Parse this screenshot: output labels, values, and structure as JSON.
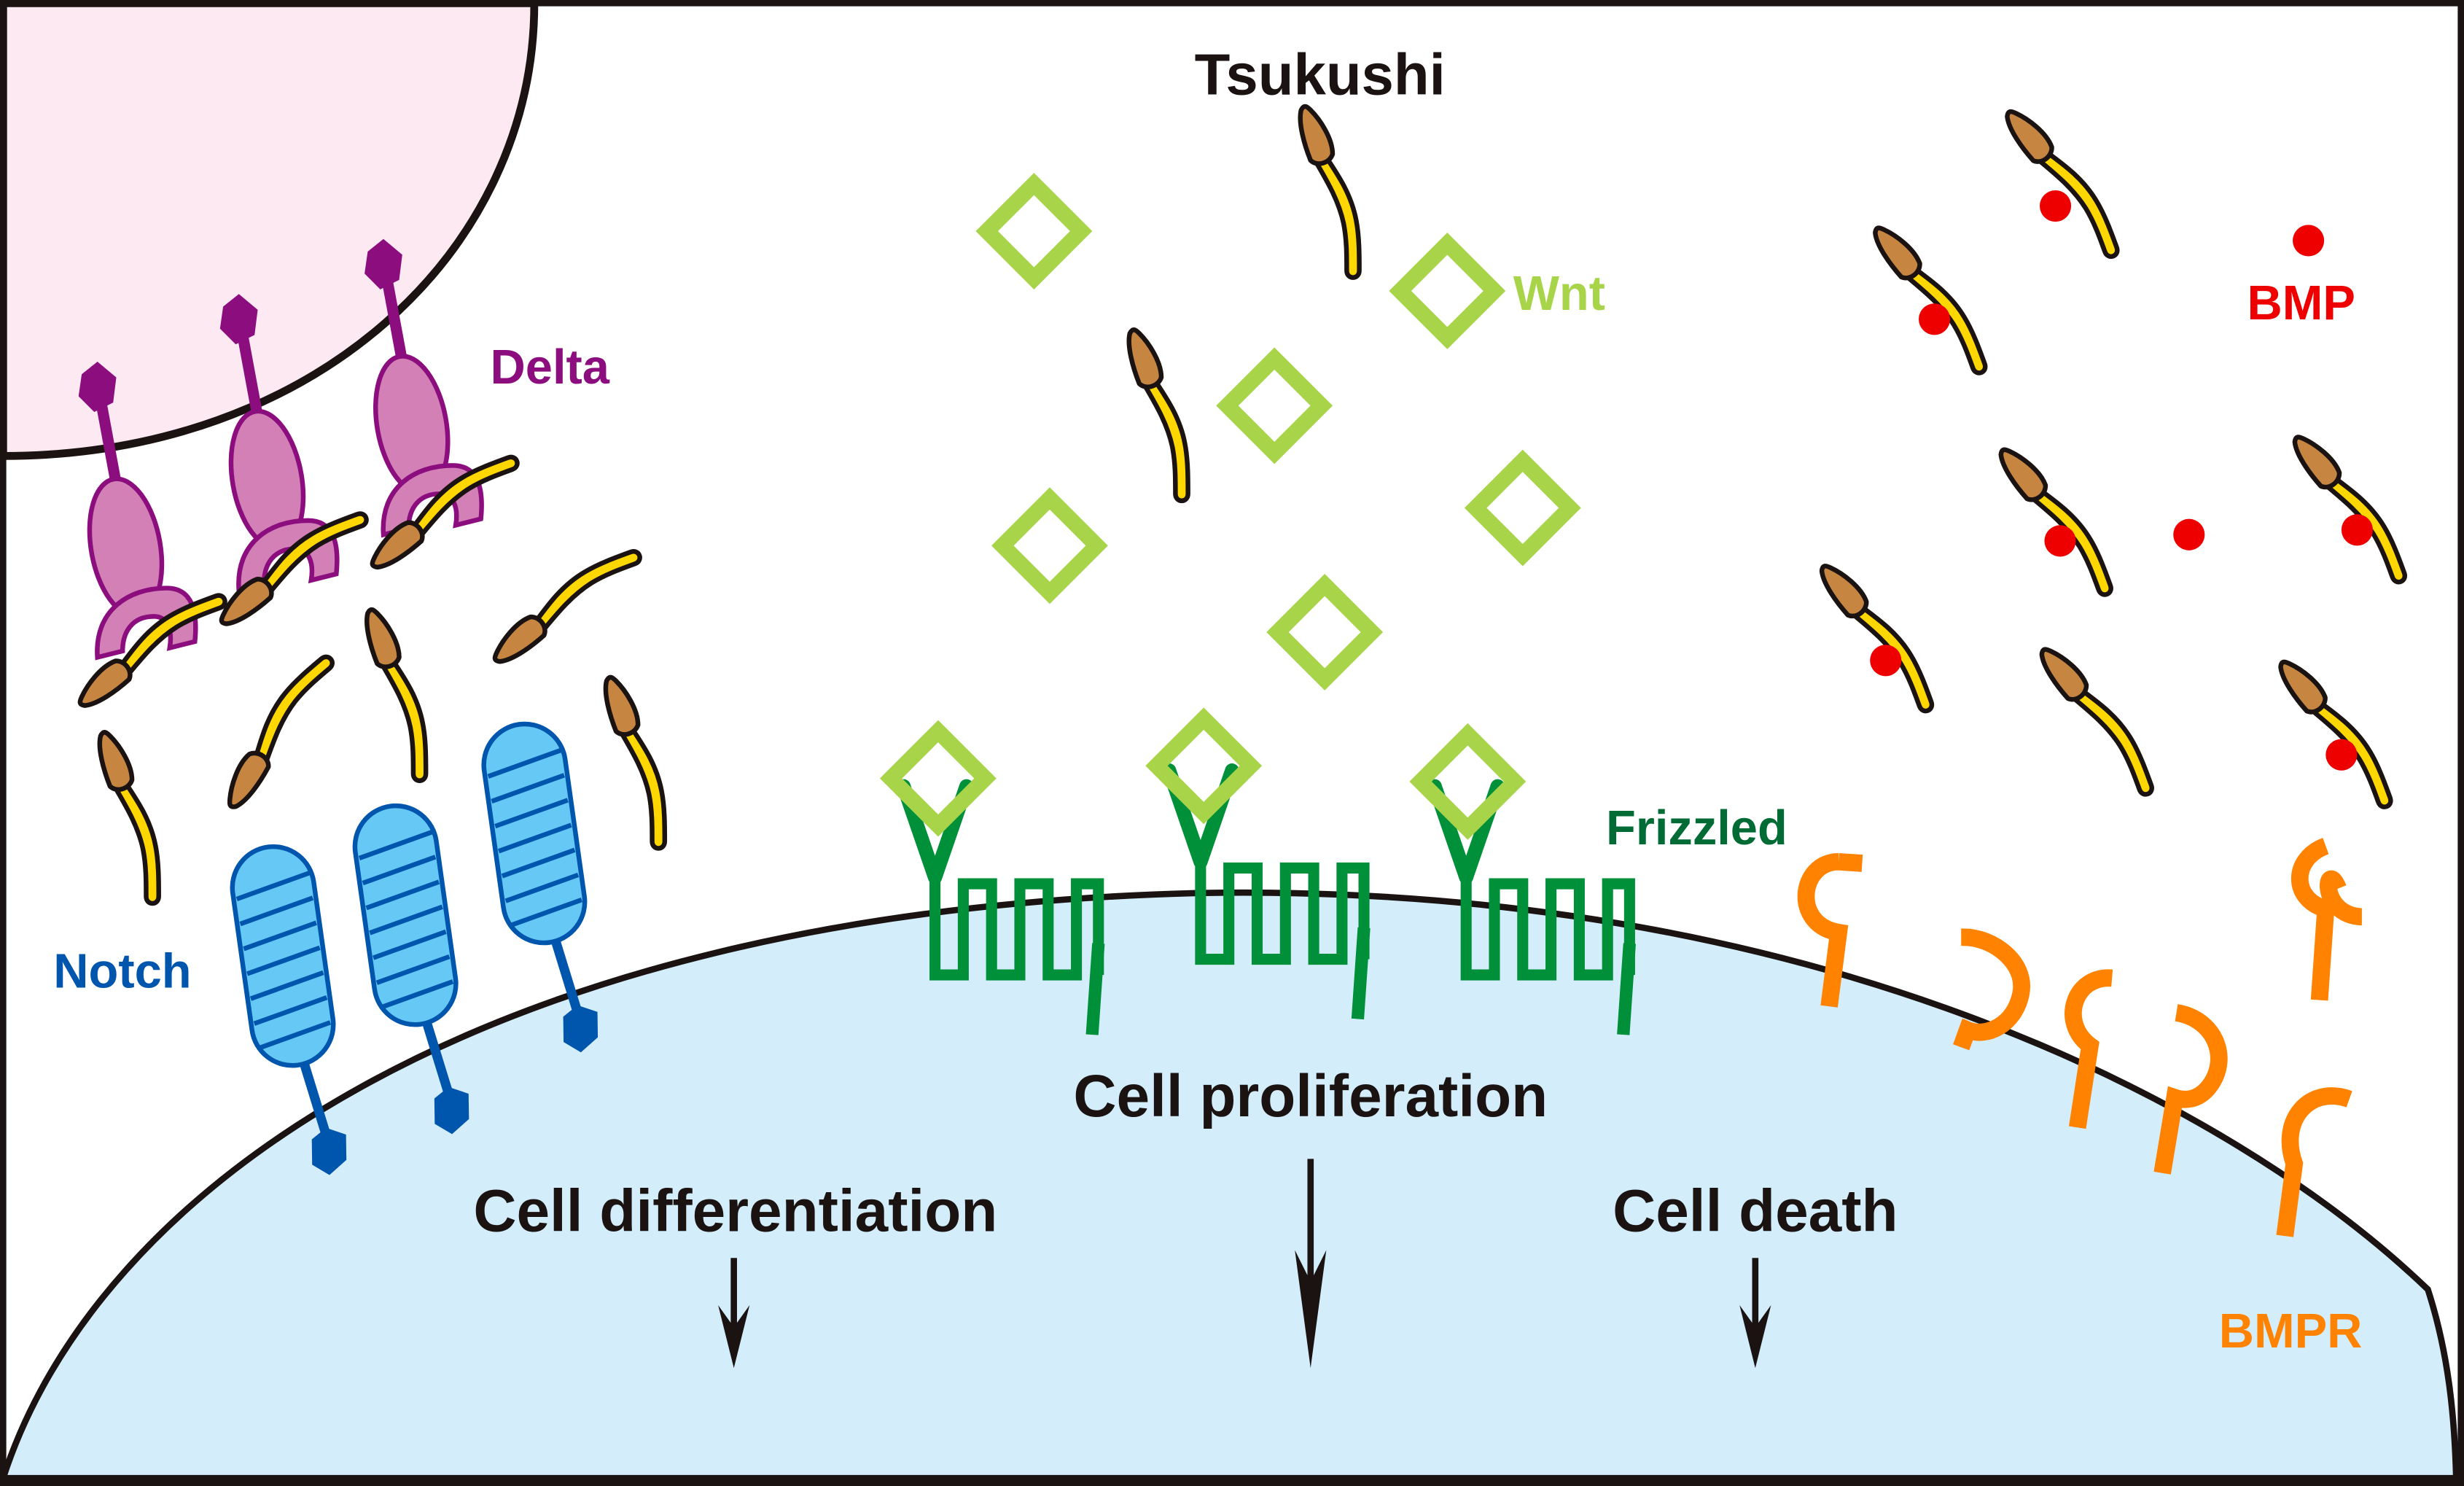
{
  "title": "Tsukushi",
  "labels": {
    "delta": "Delta",
    "notch": "Notch",
    "wnt": "Wnt",
    "frizzled": "Frizzled",
    "bmp": "BMP",
    "bmpr": "BMPR"
  },
  "outcomes": {
    "proliferation": "Cell proliferation",
    "differentiation": "Cell differentiation",
    "death": "Cell death"
  },
  "colors": {
    "delta": "#8b0d7e",
    "notch": "#0055ad",
    "wnt": "#a8d44a",
    "frizzled": "#006b35",
    "bmp": "#ee0000",
    "bmpr": "#ff8200",
    "signaling_cell": "#fde9f2",
    "receiving_cell": "#d3edfb",
    "tsukushi_stem": "#ffd700",
    "tsukushi_head": "#c68642"
  }
}
